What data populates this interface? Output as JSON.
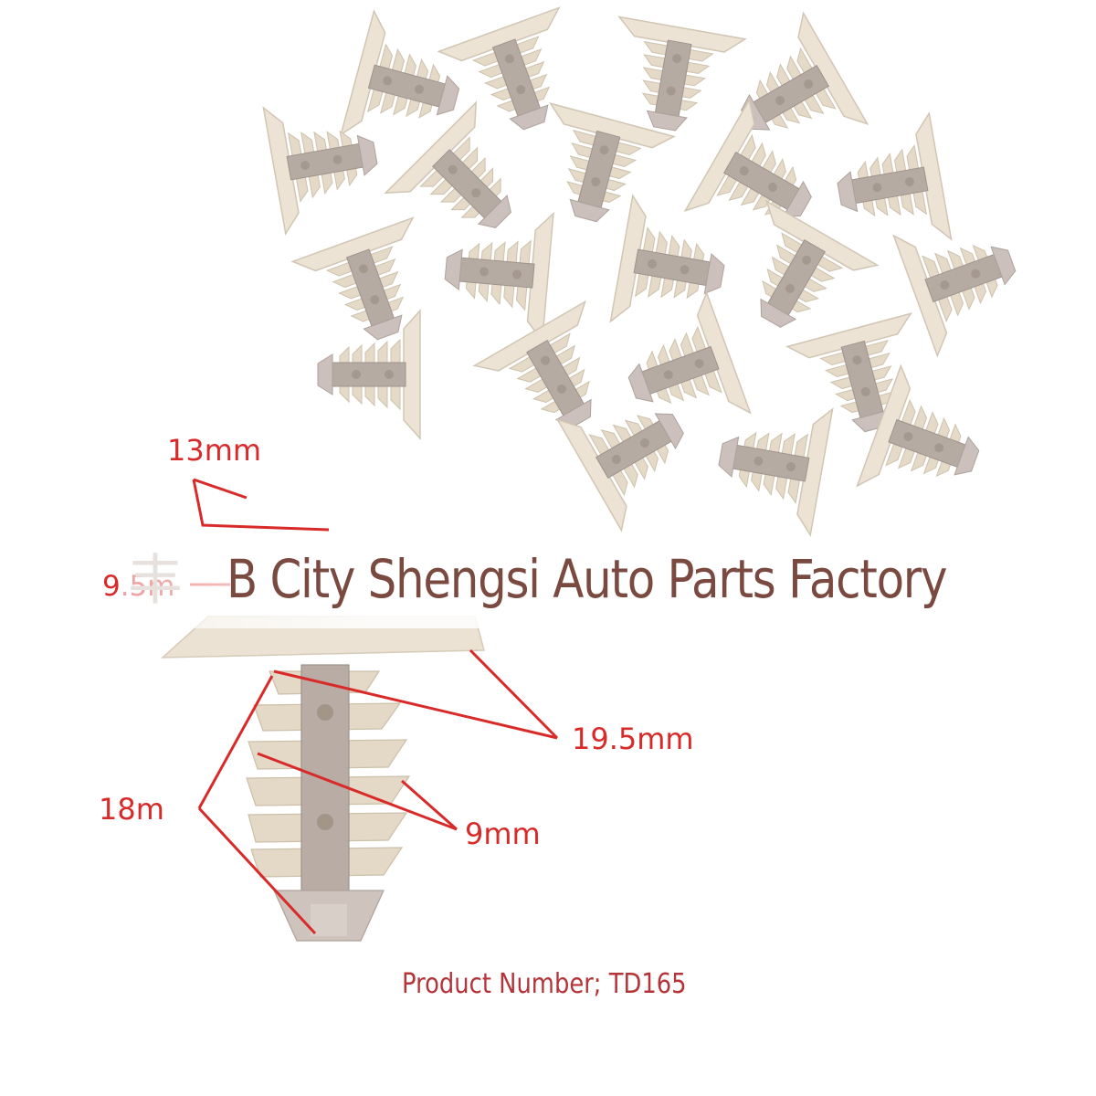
{
  "dimensions": {
    "head_height": "13mm",
    "head_thickness": "9.5m",
    "head_diameter": "19.5mm",
    "stem_length": "18m",
    "stem_diameter": "9mm"
  },
  "watermark": {
    "glyph": "丰",
    "text": "B City Shengsi Auto Parts Factory"
  },
  "product": {
    "number_label": "Product Number; TD165"
  },
  "colors": {
    "dimension_red": "#d92a2a",
    "watermark_brown": "#7a4a41",
    "clip_beige": "#e7ddcc",
    "clip_grey": "#a89b92"
  }
}
